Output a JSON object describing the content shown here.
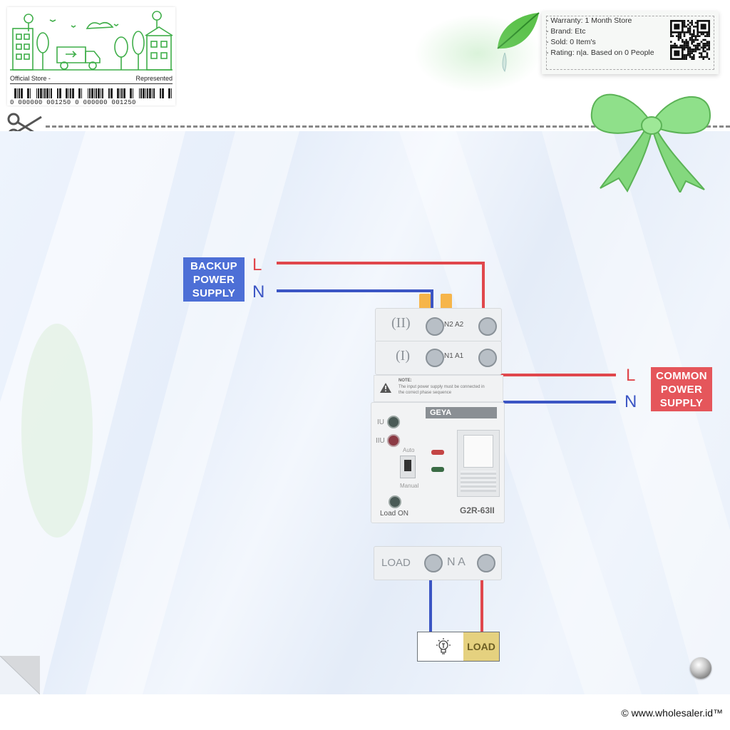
{
  "store_card": {
    "official_store": "Official Store -",
    "represented": "Represented",
    "barcode_number": "0 000000 001250 0 000000 001250"
  },
  "info_box": {
    "warranty": "- Warranty: 1 Month Store",
    "brand": "- Brand: Etc",
    "sold": "- Sold: 0 Item's",
    "rating": "- Rating: n|a. Based on 0 People"
  },
  "diagram": {
    "backup_supply": {
      "line1": "BACKUP",
      "line2": "POWER",
      "line3": "SUPPLY",
      "l": "L",
      "n": "N"
    },
    "common_supply": {
      "line1": "COMMON",
      "line2": "POWER",
      "line3": "SUPPLY",
      "l": "L",
      "n": "N"
    },
    "device": {
      "brand": "GEYA",
      "model": "G2R-63II",
      "row_ii": "(II)",
      "row_i": "(I)",
      "n2a2": "N2 A2",
      "n1a1": "N1 A1",
      "note_title": "NOTE:",
      "note_text1": "The input power supply must be connected in",
      "note_text2": "the correct phase sequence",
      "iu": "IU",
      "iiu": "IIU",
      "auto": "Auto",
      "manual": "Manual",
      "load_on": "Load ON",
      "load": "LOAD",
      "na": "N A"
    },
    "load_box": {
      "label": "LOAD"
    }
  },
  "footer": {
    "copyright": "© www.wholesaler.id™"
  },
  "colors": {
    "live": "#e0474c",
    "neutral": "#3b55c4",
    "backup_tag": "#4d6fd6",
    "common_tag": "#e5565b",
    "load_tag": "#e5d17f"
  }
}
